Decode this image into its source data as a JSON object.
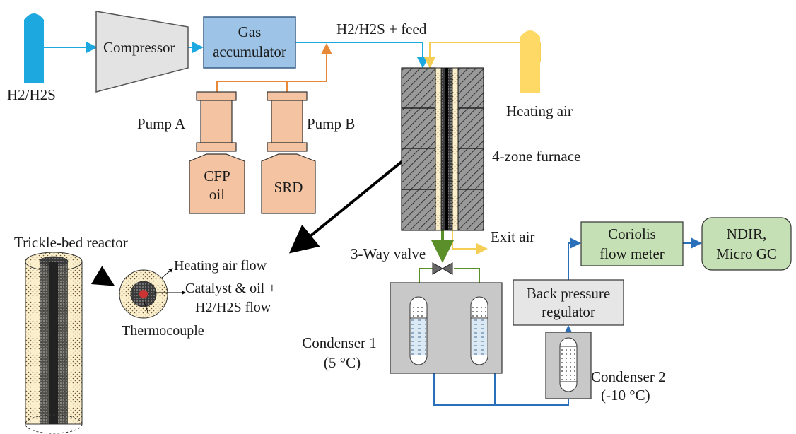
{
  "labels": {
    "gas_source": "H2/H2S",
    "compressor": "Compressor",
    "accumulator_line1": "Gas",
    "accumulator_line2": "accumulator",
    "feed_line": "H2/H2S + feed",
    "heating_air": "Heating air",
    "pump_a": "Pump A",
    "pump_b": "Pump B",
    "cfp_line1": "CFP",
    "cfp_line2": "oil",
    "srd": "SRD",
    "furnace": "4-zone furnace",
    "exit_air": "Exit air",
    "three_way_valve": "3-Way valve",
    "trickle_bed": "Trickle-bed reactor",
    "heating_air_flow": "Heating air flow",
    "catalyst_line1": "Catalyst & oil +",
    "catalyst_line2": "H2/H2S flow",
    "thermocouple": "Thermocouple",
    "condenser1_line1": "Condenser 1",
    "condenser1_line2": "(5 °C)",
    "bpr_line1": "Back pressure",
    "bpr_line2": "regulator",
    "coriolis_line1": "Coriolis",
    "coriolis_line2": "flow meter",
    "ndir_line1": "NDIR,",
    "ndir_line2": "Micro GC",
    "condenser2_line1": "Condenser 2",
    "condenser2_line2": "(-10 °C)"
  },
  "colors": {
    "gas_line": "#1ea8e0",
    "oil_line": "#e8893a",
    "hot_air_line": "#f5cf55",
    "valve_line": "#5a8f2a",
    "cool_line": "#2a6fba",
    "compressor_fill": "#e3e3e3",
    "accumulator_fill": "#9dc3e6",
    "pump_fill": "#f4c3a1",
    "green_box": "#c5e0b4",
    "condenser_box": "#c8c8c8",
    "bpr_box": "#e6e6e6",
    "cylinder_blue": "#1ea8e0",
    "cylinder_yellow": "#ffd966"
  }
}
